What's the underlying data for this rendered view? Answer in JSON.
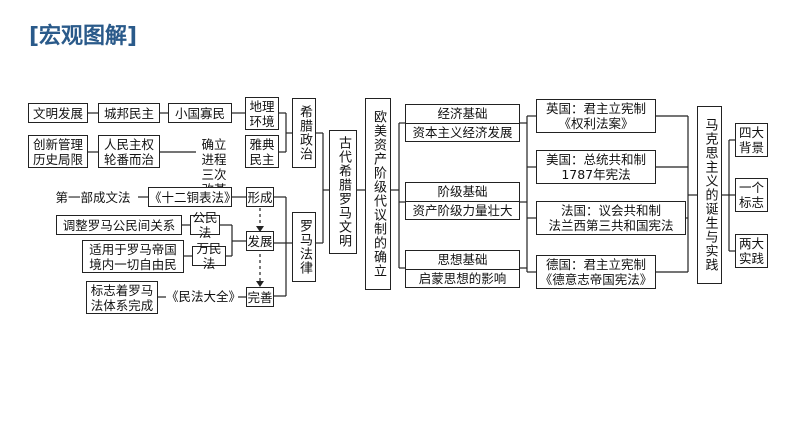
{
  "title": "[宏观图解]",
  "center": "欧美资产阶级代议制的确立",
  "ancient": "古代希腊罗马文明",
  "greece": {
    "label": "希腊政治",
    "geo": "地理\n环境",
    "athens": "雅典\n民主",
    "small_state": "小国寡民",
    "city_state": "城邦民主",
    "civ": "文明发展",
    "reform": "确立进程\n三次改革",
    "sovereignty": "人民主权\n轮番而治",
    "innovation": "创新管理\n历史局限"
  },
  "rome": {
    "label": "罗马法律",
    "form": "形成",
    "develop": "发展",
    "perfect": "完善",
    "twelve": "《十二铜表法》",
    "first": "第一部成文法",
    "civil": "公民法",
    "adjust": "调整罗马公民间关系",
    "jus_gentium": "万民法",
    "apply": "适用于罗马帝国\n境内一切自由民",
    "corpus": "《民法大全》",
    "mark": "标志着罗马\n法体系完成"
  },
  "foundations": [
    {
      "top": "经济基础",
      "bottom": "资本主义经济发展"
    },
    {
      "top": "阶级基础",
      "bottom": "资产阶级力量壮大"
    },
    {
      "top": "思想基础",
      "bottom": "启蒙思想的影响"
    }
  ],
  "countries": [
    "英国：君主立宪制\n《权利法案》",
    "美国：总统共和制\n1787年宪法",
    "法国：议会共和制\n法兰西第三共和国宪法",
    "德国：君主立宪制\n《德意志帝国宪法》"
  ],
  "marx": "马克思主义的诞生与实践",
  "marx_items": [
    "四大\n背景",
    "一个\n标志",
    "两大\n实践"
  ]
}
